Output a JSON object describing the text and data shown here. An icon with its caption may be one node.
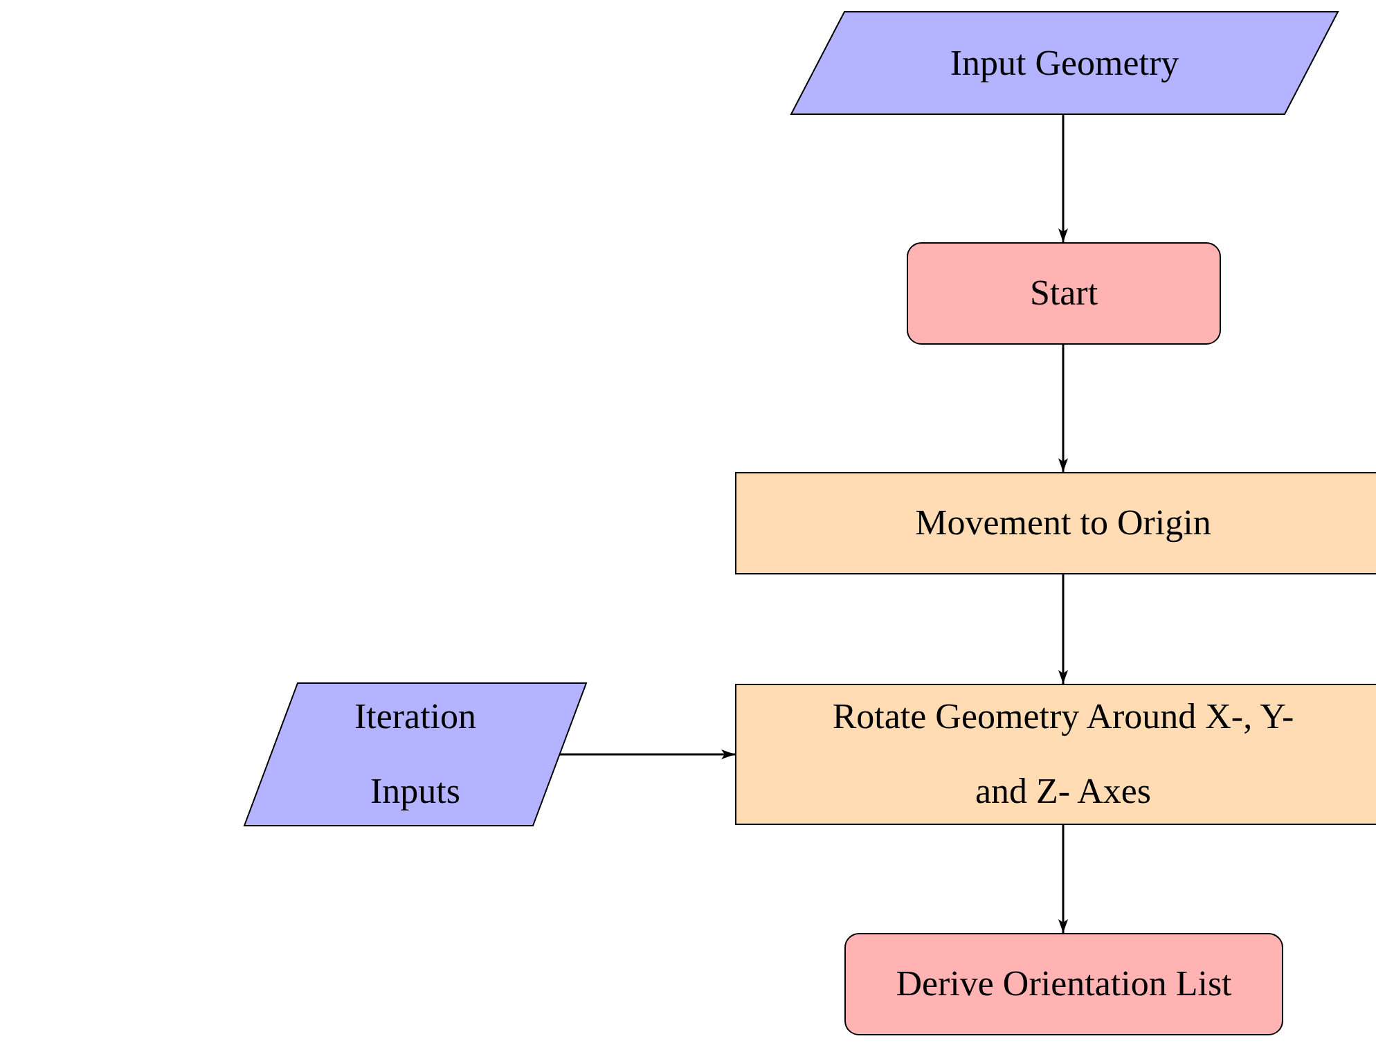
{
  "diagram": {
    "nodes": [
      {
        "text": [
          "Input Geometry"
        ]
      },
      {
        "text": [
          "Start"
        ]
      },
      {
        "text": [
          "Movement to Origin"
        ]
      },
      {
        "text": [
          "Rotate Geometry Around X-, Y- and Z- Axes"
        ]
      },
      {
        "text": [
          "Iteration Inputs"
        ]
      },
      {
        "text": [
          "Derive Orientation List"
        ]
      }
    ],
    "edges": [
      {
        "from": 0,
        "to": 1,
        "arrow": "to"
      },
      {
        "from": 1,
        "to": 2,
        "arrow": "to"
      },
      {
        "from": 2,
        "to": 3,
        "arrow": "to"
      },
      {
        "from": 4,
        "to": 3,
        "arrow": "to"
      },
      {
        "from": 3,
        "to": 5,
        "arrow": "to"
      }
    ]
  }
}
